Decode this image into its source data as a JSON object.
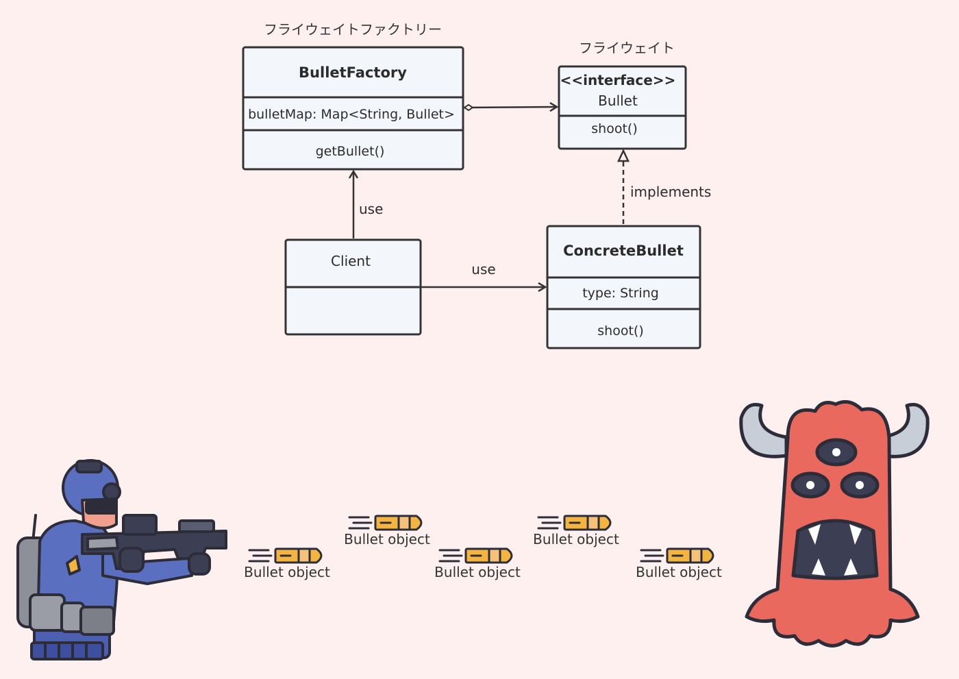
{
  "diagram": {
    "factory_caption": "フライウェイトファクトリー",
    "flyweight_caption": "フライウェイト",
    "bullet_factory": {
      "name": "BulletFactory",
      "attribute": "bulletMap: Map<String, Bullet>",
      "method": "getBullet()"
    },
    "bullet_interface": {
      "stereotype": "<<interface>>",
      "name": "Bullet",
      "method": "shoot()"
    },
    "concrete_bullet": {
      "name": "ConcreteBullet",
      "attribute": "type: String",
      "method": "shoot()"
    },
    "client": {
      "name": "Client"
    },
    "edges": {
      "client_factory": "use",
      "client_concrete": "use",
      "implements": "implements"
    }
  },
  "scene": {
    "soldier_icon": "soldier-icon",
    "monster_icon": "monster-icon",
    "bullet_icon": "bullet-icon",
    "bullets": [
      {
        "label": "Bullet object"
      },
      {
        "label": "Bullet object"
      },
      {
        "label": "Bullet object"
      },
      {
        "label": "Bullet object"
      },
      {
        "label": "Bullet object"
      }
    ]
  },
  "colors": {
    "background": "#fdf0ee",
    "box_fill": "#f3f7fc",
    "stroke": "#333333",
    "bullet_tip": "#f5c27a",
    "bullet_body": "#f3b440",
    "soldier_blue": "#5b6fc0",
    "monster_red": "#e9695e"
  }
}
